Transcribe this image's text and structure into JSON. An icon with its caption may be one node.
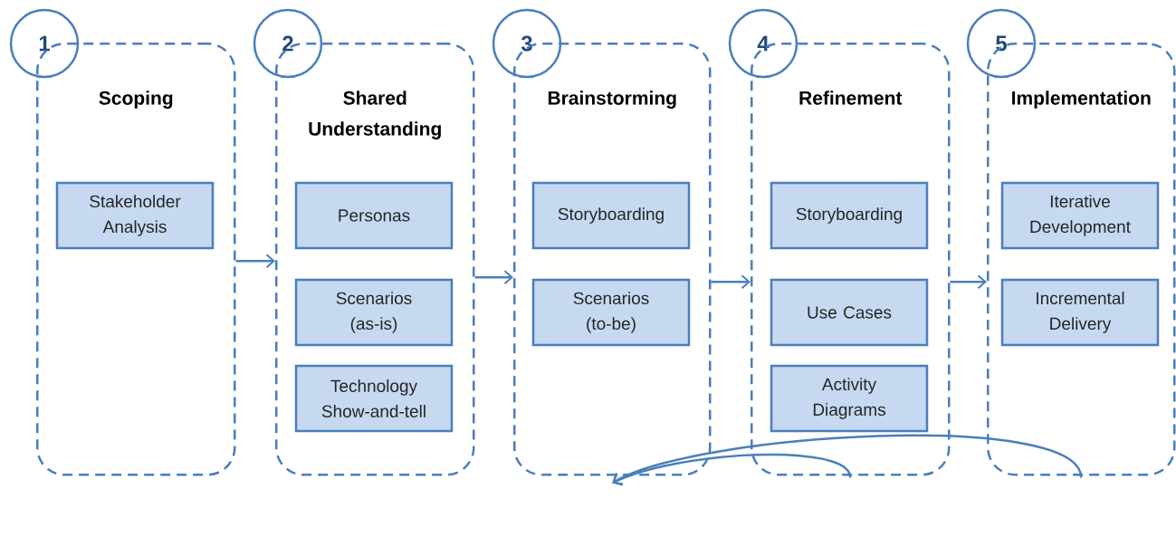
{
  "diagram": {
    "nodes": [
      {
        "text": [
          "1"
        ]
      },
      {
        "text": [
          "Scoping"
        ]
      },
      {
        "text": [
          "Stakeholder Analysis"
        ],
        "in": 1
      },
      {
        "text": [
          "2"
        ]
      },
      {
        "text": [
          "Shared Understanding"
        ]
      },
      {
        "text": [
          "Personas"
        ],
        "in": 4
      },
      {
        "text": [
          "Scenarios (as-is)"
        ],
        "in": 4
      },
      {
        "text": [
          "Technology Show-and-tell"
        ],
        "in": 4
      },
      {
        "text": [
          "3"
        ]
      },
      {
        "text": [
          "Brainstorming"
        ]
      },
      {
        "text": [
          "Storyboarding"
        ],
        "in": 9
      },
      {
        "text": [
          "Scenarios (to-be)"
        ],
        "in": 9
      },
      {
        "text": [
          "4"
        ]
      },
      {
        "text": [
          "Refinement"
        ]
      },
      {
        "text": [
          "Storyboarding"
        ],
        "in": 13
      },
      {
        "text": [
          "Use Cases"
        ],
        "in": 13
      },
      {
        "text": [
          "Activity Diagrams"
        ],
        "in": 13
      },
      {
        "text": [
          "5"
        ]
      },
      {
        "text": [
          "Implementation"
        ]
      },
      {
        "text": [
          "Iterative Development"
        ],
        "in": 18
      },
      {
        "text": [
          "Incremental Delivery"
        ],
        "in": 18
      }
    ],
    "edges": [
      {
        "from": 1,
        "to": 4,
        "arrow": "to"
      },
      {
        "from": 4,
        "to": 9,
        "arrow": "to"
      },
      {
        "from": 9,
        "to": 13,
        "arrow": "to"
      },
      {
        "from": 13,
        "to": 18,
        "arrow": "to"
      },
      {
        "from": 13,
        "to": 9,
        "arrow": "to"
      },
      {
        "from": 18,
        "to": 9,
        "arrow": "to"
      }
    ]
  }
}
